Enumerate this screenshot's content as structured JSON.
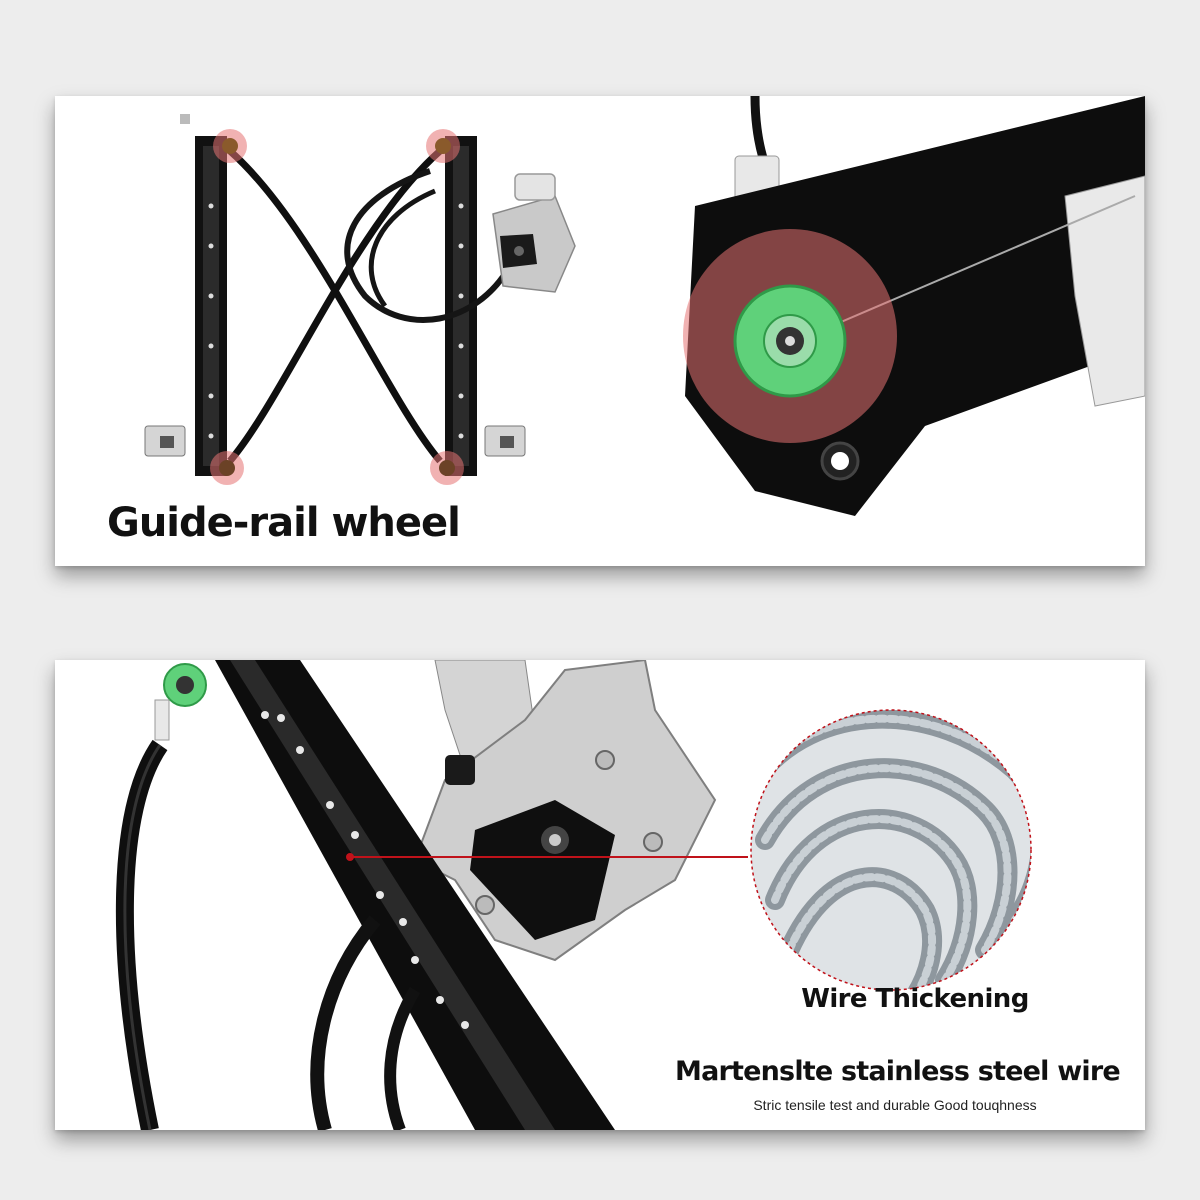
{
  "top_panel": {
    "caption": "Guide-rail wheel",
    "image_left": "window-regulator-assembly-image",
    "image_right": "guide-rail-wheel-closeup-image",
    "highlight_color": "#e57373",
    "wheel_color": "#5fd17a"
  },
  "bottom_panel": {
    "image_left": "regulator-rail-motor-bracket-image",
    "image_right": "steel-wire-cable-closeup-image",
    "heading": "Wire Thickening",
    "subheading": "Martenslte stainless steel wire",
    "description": "Stric tensile test and durable Good touqhness",
    "pointer_color": "#c0121a"
  },
  "colors": {
    "background": "#ededed",
    "panel": "#ffffff",
    "rail_black": "#0d0d0d"
  }
}
